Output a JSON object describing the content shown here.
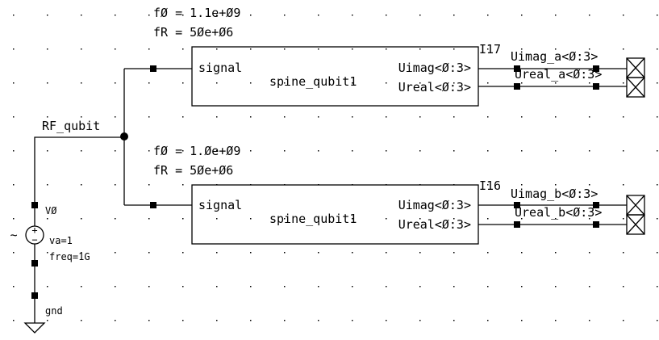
{
  "nets": {
    "rf": "RF_qubit",
    "gnd": "gnd"
  },
  "instances": [
    {
      "id": "I17",
      "cell": "spine_qubit1",
      "params": [
        "fØ = 1.1e+Ø9",
        "fR = 5Øe+Ø6"
      ],
      "in_pin": "signal",
      "out_pins": [
        "Uimag<Ø:3>",
        "Ureal<Ø:3>"
      ],
      "out_nets": [
        "Uimag_a<Ø:3>",
        "Ureal_a<Ø:3>"
      ]
    },
    {
      "id": "I16",
      "cell": "spine_qubit1",
      "params": [
        "fØ = 1.Øe+Ø9",
        "fR = 5Øe+Ø6"
      ],
      "in_pin": "signal",
      "out_pins": [
        "Uimag<Ø:3>",
        "Ureal<Ø:3>"
      ],
      "out_nets": [
        "Uimag_b<Ø:3>",
        "Ureal_b<Ø:3>"
      ]
    }
  ],
  "source": {
    "name": "VØ",
    "param1": "va=1",
    "param2": "freq=1G",
    "plus": "+",
    "minus": "−",
    "tilde": "∼"
  },
  "colors": {
    "background": "#ffffff",
    "ink": "#000000"
  }
}
